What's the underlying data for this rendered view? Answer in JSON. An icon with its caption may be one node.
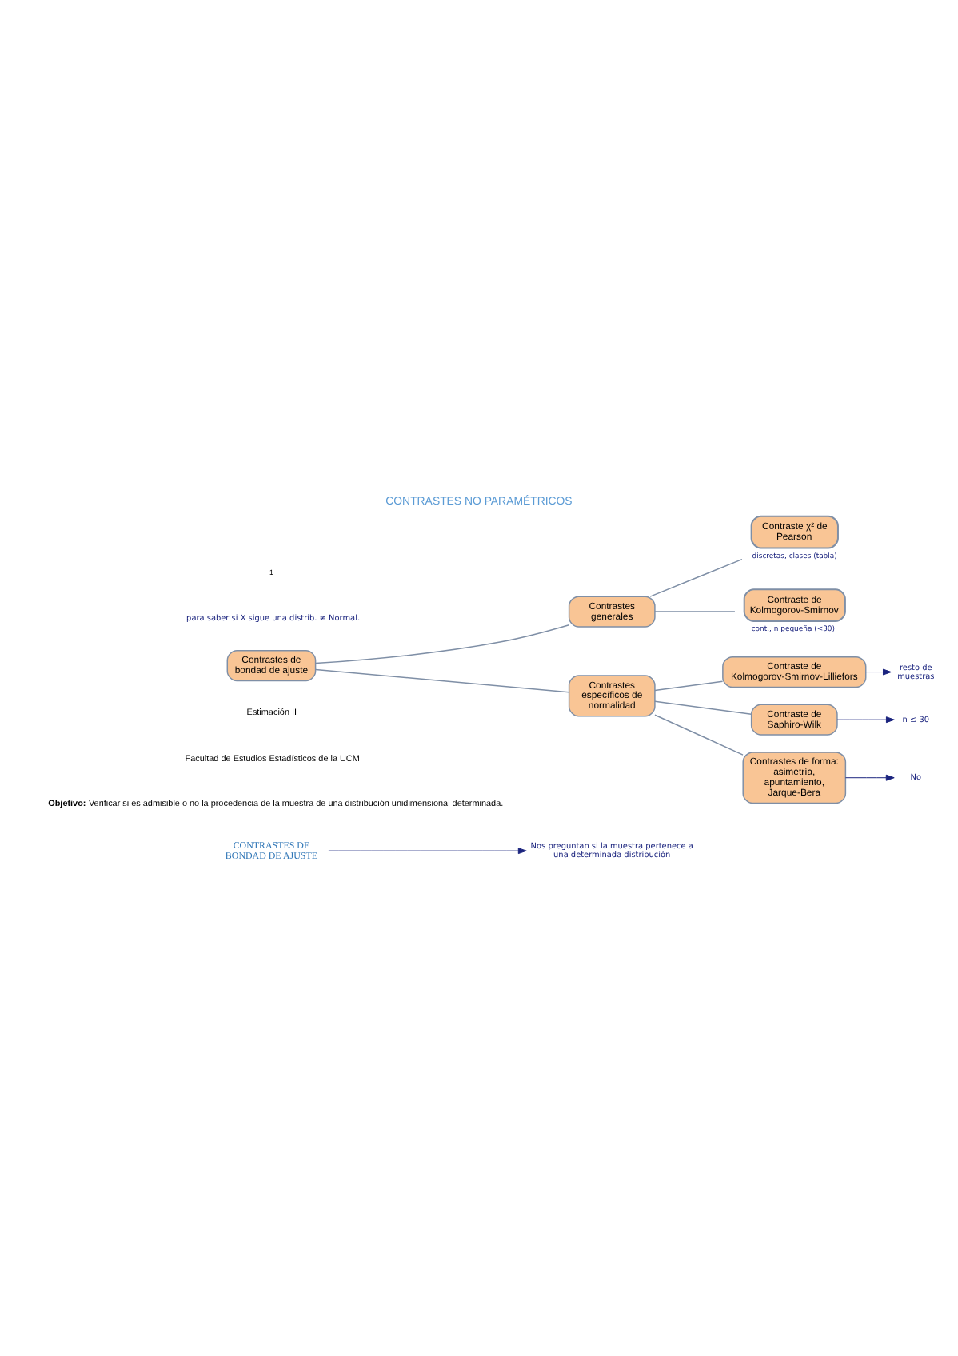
{
  "diagram": {
    "title": "CONTRASTES NO PARAMÉTRICOS",
    "nodes": [
      {
        "text": [
          "CONTRASTES DE BONDAD DE AJUSTE"
        ]
      },
      {
        "text": [
          "Nos preguntan si la muestra pertenece a una determinada distribución"
        ]
      },
      {
        "text": [
          "Contrastes de bondad de ajuste"
        ]
      },
      {
        "text": [
          "Contrastes generales"
        ]
      },
      {
        "text": [
          "Contraste χ² de Pearson"
        ],
        "beside": [
          "discretas, clases (tabla)"
        ]
      },
      {
        "text": [
          "Contraste de Kolmogorov-Smirnov"
        ],
        "beside": [
          "cont., n pequeña (<30)"
        ]
      },
      {
        "text": [
          "Contrastes específicos de normalidad"
        ]
      },
      {
        "text": [
          "Contraste de Kolmogorov-Smirnov-Lilliefors"
        ]
      },
      {
        "text": [
          "Contraste de Saphiro-Wilk"
        ]
      },
      {
        "text": [
          "Contrastes de forma: asimetría, apuntamiento, Jarque-Bera"
        ]
      },
      {
        "text": [
          "resto de muestras"
        ]
      },
      {
        "text": [
          "n ≤ 30"
        ]
      },
      {
        "text": [
          "No"
        ]
      }
    ],
    "edges": [
      {
        "from": 0,
        "to": 1,
        "arrow": "to",
        "color": "#1a237e"
      },
      {
        "from": 2,
        "to": 3,
        "arrow": "none"
      },
      {
        "from": 2,
        "to": 6,
        "arrow": "none"
      },
      {
        "from": 3,
        "to": 4,
        "arrow": "none"
      },
      {
        "from": 3,
        "to": 5,
        "arrow": "none"
      },
      {
        "from": 6,
        "to": 7,
        "arrow": "none"
      },
      {
        "from": 6,
        "to": 8,
        "arrow": "none"
      },
      {
        "from": 6,
        "to": 9,
        "arrow": "none"
      },
      {
        "from": 7,
        "to": 10,
        "arrow": "to",
        "color": "#1a237e"
      },
      {
        "from": 8,
        "to": 11,
        "arrow": "to",
        "color": "#1a237e"
      },
      {
        "from": 9,
        "to": 12,
        "arrow": "to",
        "color": "#1a237e"
      }
    ],
    "labels": [
      "Estimación II",
      "Facultad de Estudios Estadísticos de la UCM",
      "**Objetivo:** Verificar si es admisible o no la procedencia de la muestra de una distribución unidimensional determinada.",
      "para saber si X sigue una distrib. ≠ Normal.",
      "1"
    ]
  }
}
